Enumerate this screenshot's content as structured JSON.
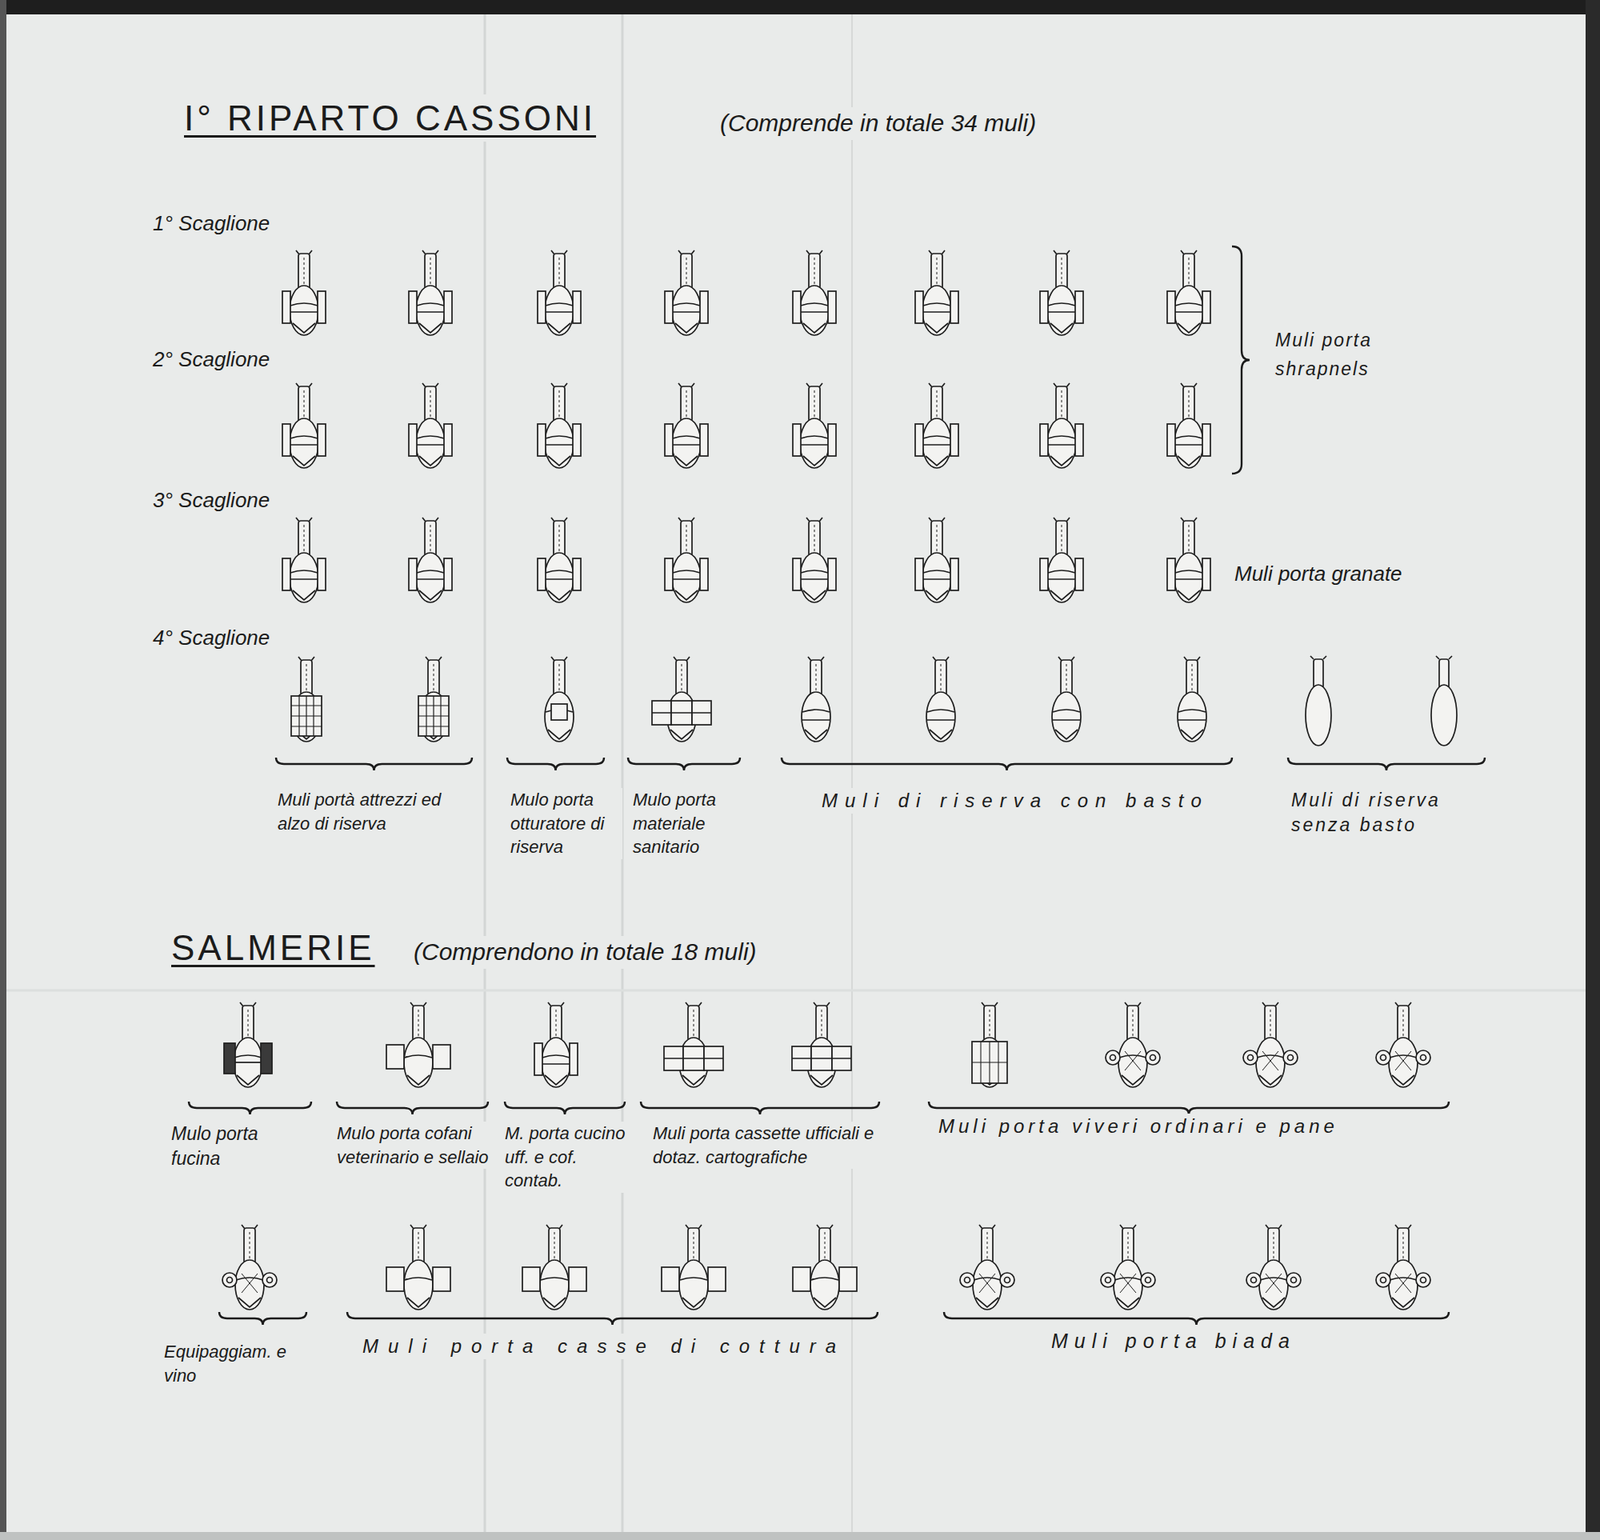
{
  "diagram": {
    "title": "I° RIPARTO CASSONI",
    "labels": [
      "(Comprende in totale 34 muli)",
      "1° Scaglione",
      "2° Scaglione",
      "3° Scaglione",
      "4° Scaglione",
      "Muli porta shrapnels",
      "Muli porta granate",
      "Muli portà attrezzi ed alzo di riserva",
      "Mulo porta otturatore di riserva",
      "Mulo porta materiale sanitario",
      "Muli di riserva con basto",
      "Muli di riserva senza basto",
      "SALMERIE",
      "(Comprendono in totale 18 muli)",
      "Mulo porta fucina",
      "Mulo porta cofani veterinario e sellaio",
      "M. porta cucino uff. e cof. contab.",
      "Muli porta cassette ufficiali e dotaz. cartografiche",
      "Muli porta viveri ordinari e pane",
      "Equipaggiam. e vino",
      "Muli porta casse di cottura",
      "Muli porta biada"
    ]
  }
}
